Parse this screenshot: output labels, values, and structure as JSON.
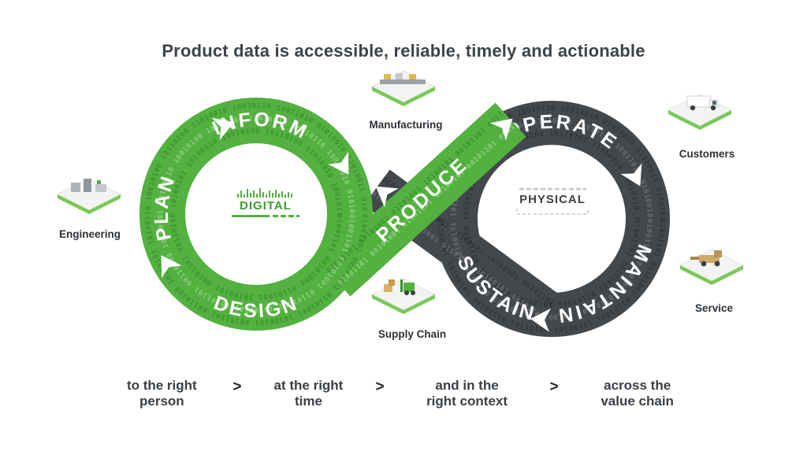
{
  "title": "Product data is accessible, reliable, timely and actionable",
  "loop": {
    "digital": {
      "label": "DIGITAL",
      "segments": {
        "plan": "PLAN",
        "inform": "INFORM",
        "design": "DESIGN"
      }
    },
    "physical": {
      "label": "PHYSICAL",
      "segments": {
        "operate": "OPERATE",
        "maintain": "MAINTAIN",
        "sustain": "SUSTAIN"
      }
    },
    "bridge": {
      "produce": "PRODUCE"
    },
    "binary_texture": "01001101 00101001 01101001 10100101 00101101 00110100 10100101 10100110 10010100 10110100 11010010 10010110 10011010 01010010 11010011 01001010 01011010 01101001 01001011 01001101 00101101 00110100"
  },
  "colors": {
    "digital_green": "#53b13f",
    "physical_dark": "#43484d"
  },
  "nodes": {
    "engineering": "Engineering",
    "manufacturing": "Manufacturing",
    "customers": "Customers",
    "service": "Service",
    "supply_chain": "Supply Chain"
  },
  "footer": {
    "separator": ">",
    "items": [
      {
        "line1": "to the right",
        "line2": "person"
      },
      {
        "line1": "at the right",
        "line2": "time"
      },
      {
        "line1": "and in the",
        "line2": "right context"
      },
      {
        "line1": "across the",
        "line2": "value chain"
      }
    ]
  }
}
